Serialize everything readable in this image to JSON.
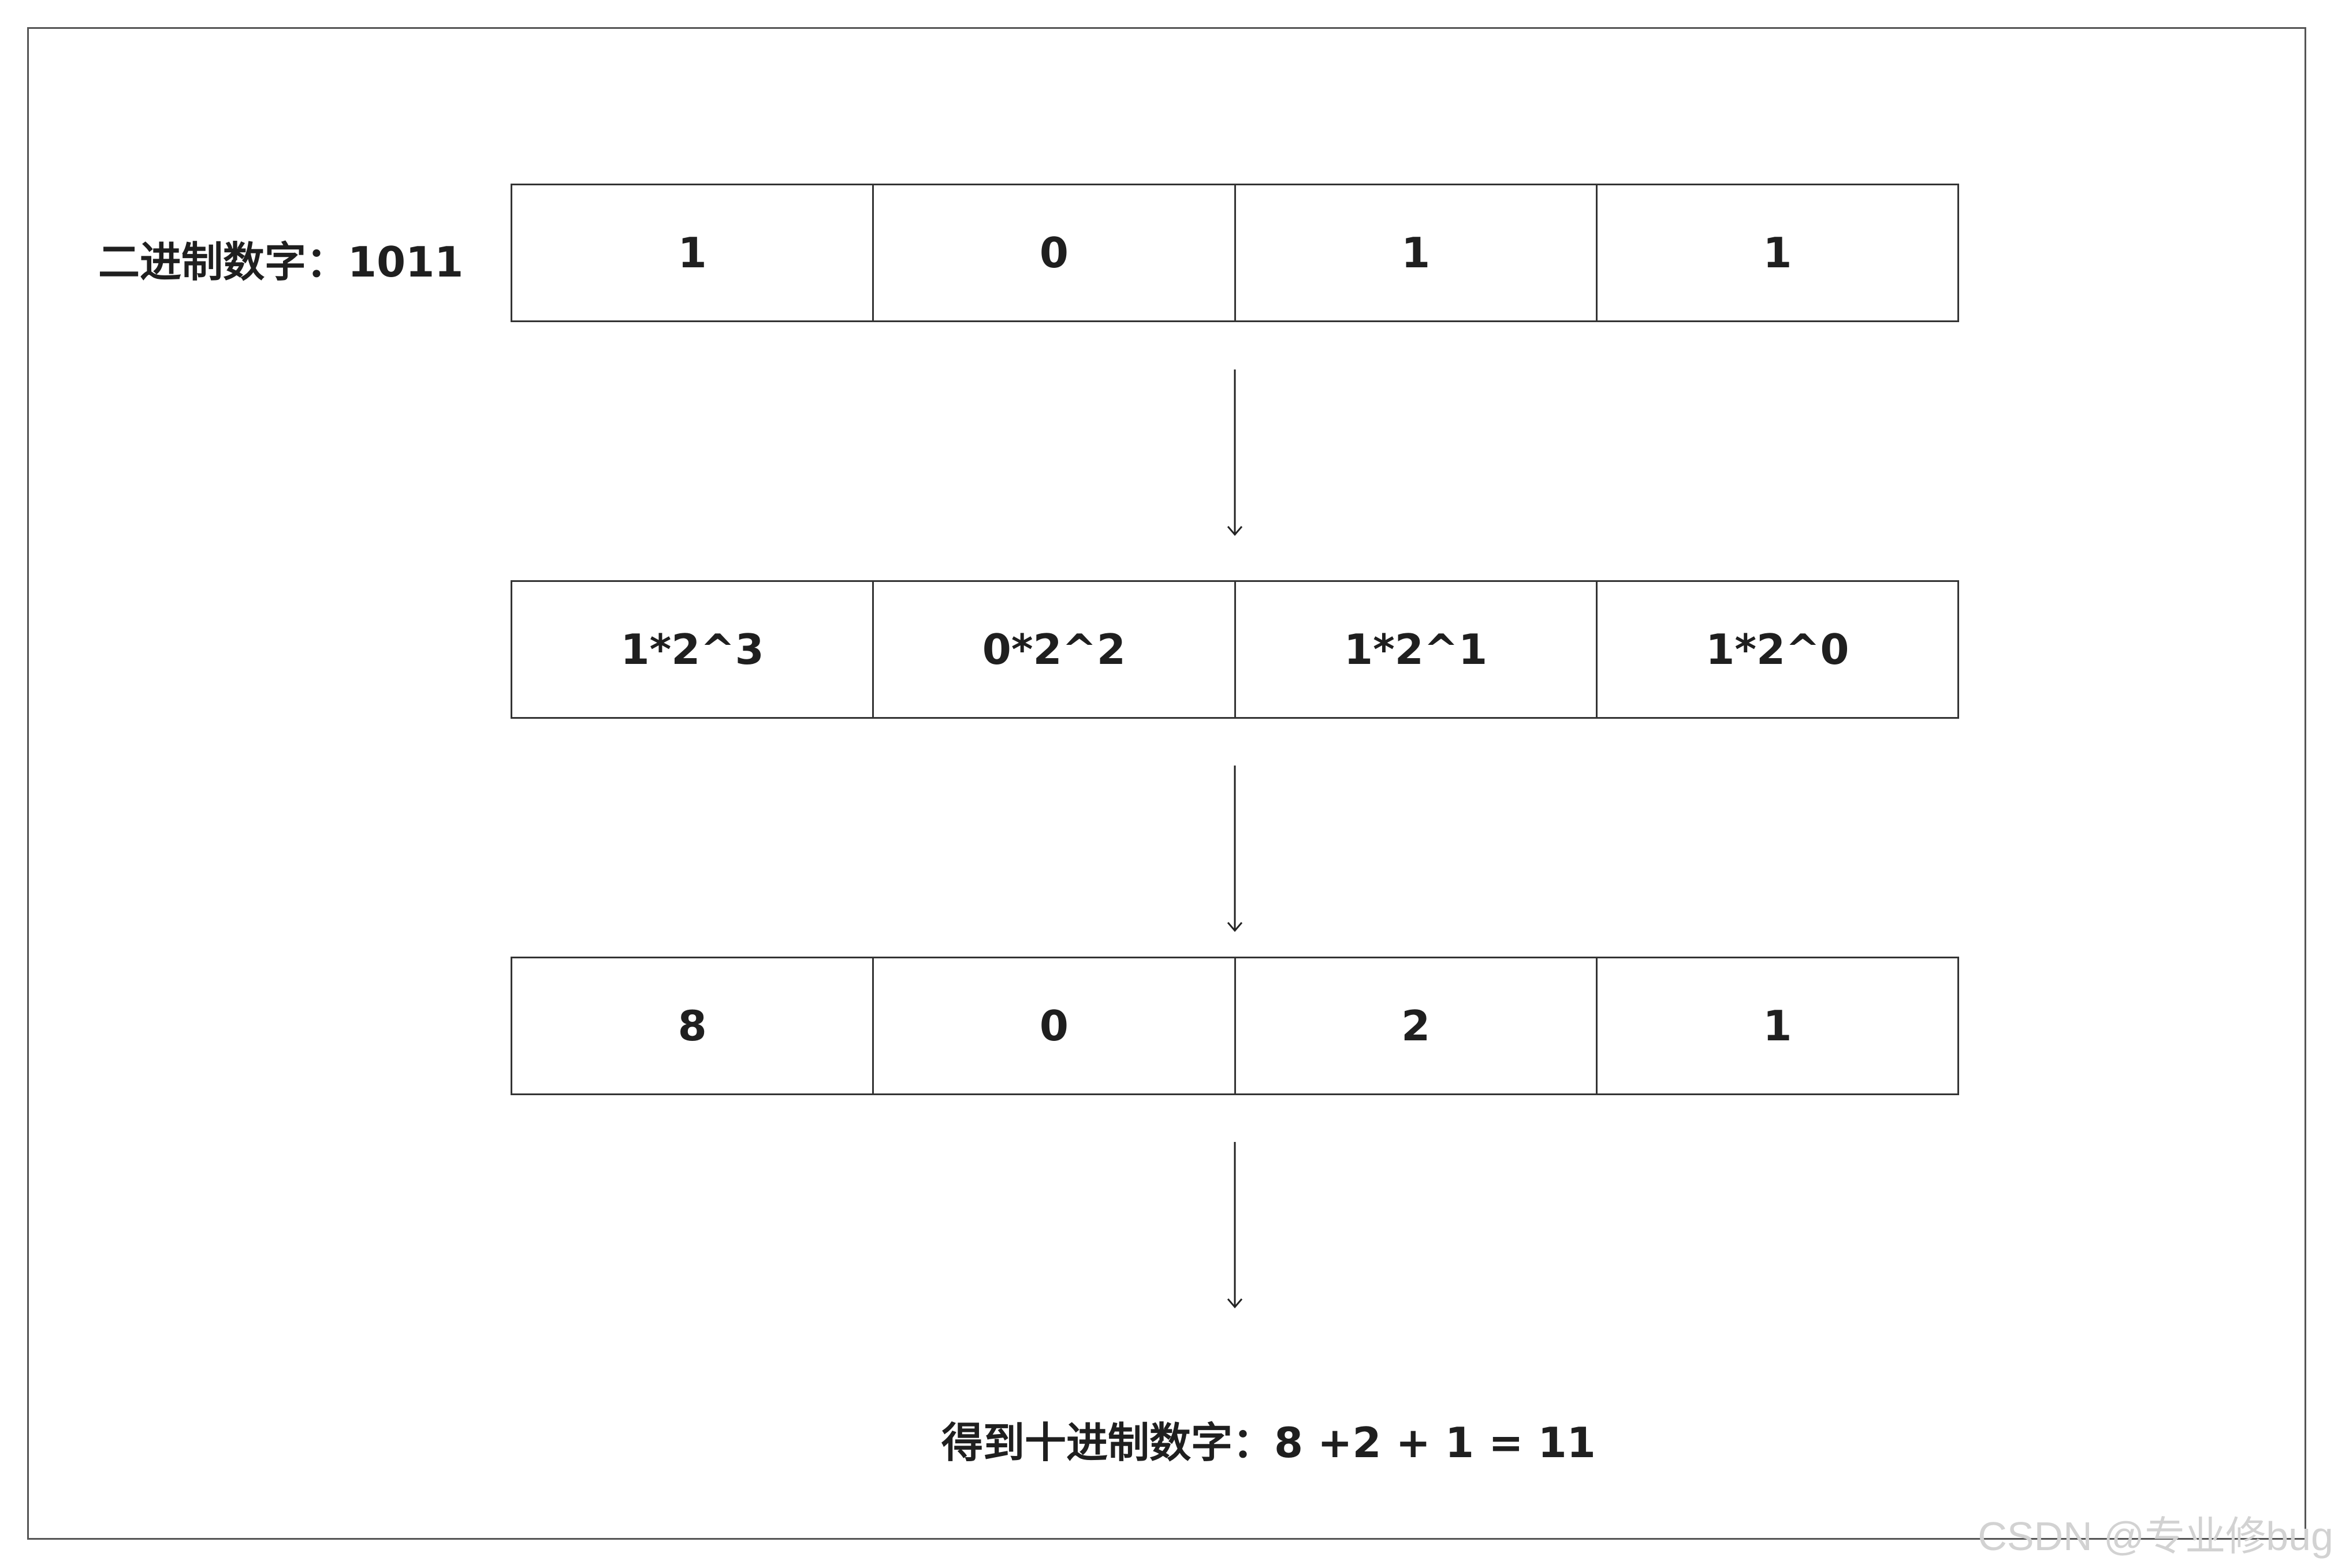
{
  "binary_label": "二进制数字：1011",
  "rows": [
    {
      "cells": [
        "1",
        "0",
        "1",
        "1"
      ]
    },
    {
      "cells": [
        "1*2^3",
        "0*2^2",
        "1*2^1",
        "1*2^0"
      ]
    },
    {
      "cells": [
        "8",
        "0",
        "2",
        "1"
      ]
    }
  ],
  "result_label": "得到十进制数字：8 +2 + 1 = 11",
  "watermark": "CSDN @专业修bug",
  "colors": {
    "frame": "#555555",
    "cell_border": "#333333",
    "text": "#1f1f1f",
    "watermark": "#d2d2d2"
  }
}
